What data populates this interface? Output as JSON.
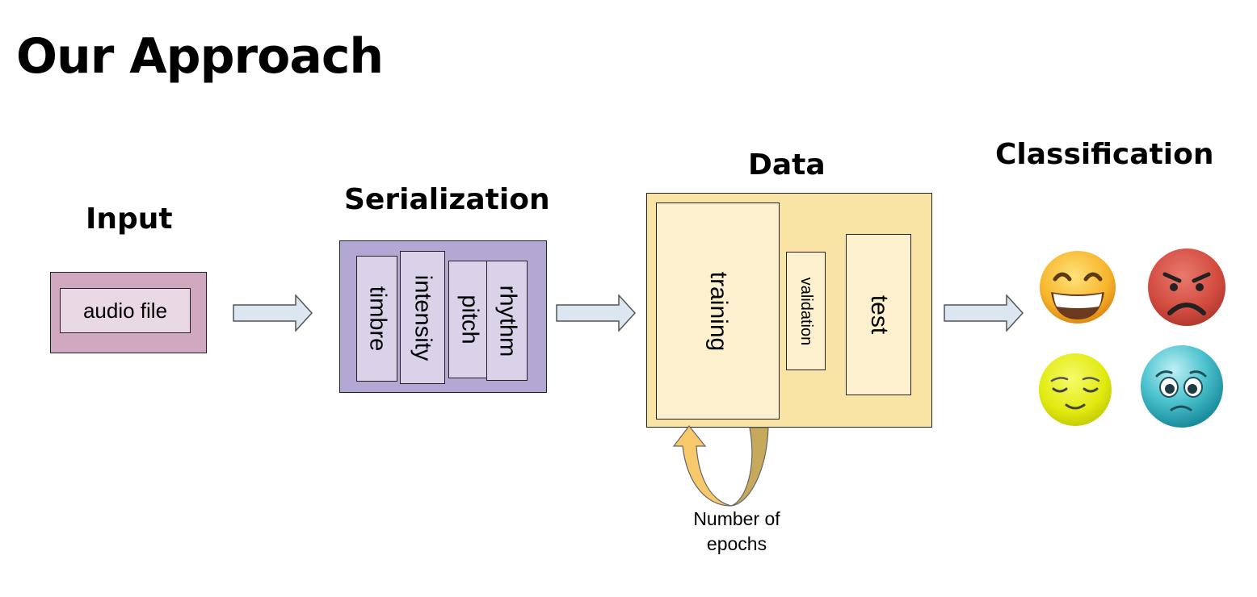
{
  "page": {
    "title": "Our Approach"
  },
  "stages": {
    "input": {
      "heading": "Input",
      "item": "audio file"
    },
    "serialization": {
      "heading": "Serialization",
      "features": [
        "timbre",
        "intensity",
        "pitch",
        "rhythm"
      ]
    },
    "data": {
      "heading": "Data",
      "splits": [
        "training",
        "validation",
        "test"
      ],
      "loop_caption": [
        "Number of",
        "epochs"
      ]
    },
    "classification": {
      "heading": "Classification",
      "emotions": [
        "grinning-face-icon",
        "angry-face-icon",
        "relieved-face-icon",
        "pleading-face-icon"
      ]
    }
  },
  "colors": {
    "input_outer": "#d0a8c0",
    "input_inner": "#ead8e4",
    "serial_outer": "#b3a7d3",
    "serial_inner": "#d9d2e9",
    "data_outer": "#f9e4a6",
    "data_inner": "#fcf0cf",
    "arrow_fill": "#dce6f1",
    "arrow_stroke": "#555555",
    "loop_light": "#f7c96b",
    "loop_dark": "#c6a95a"
  }
}
